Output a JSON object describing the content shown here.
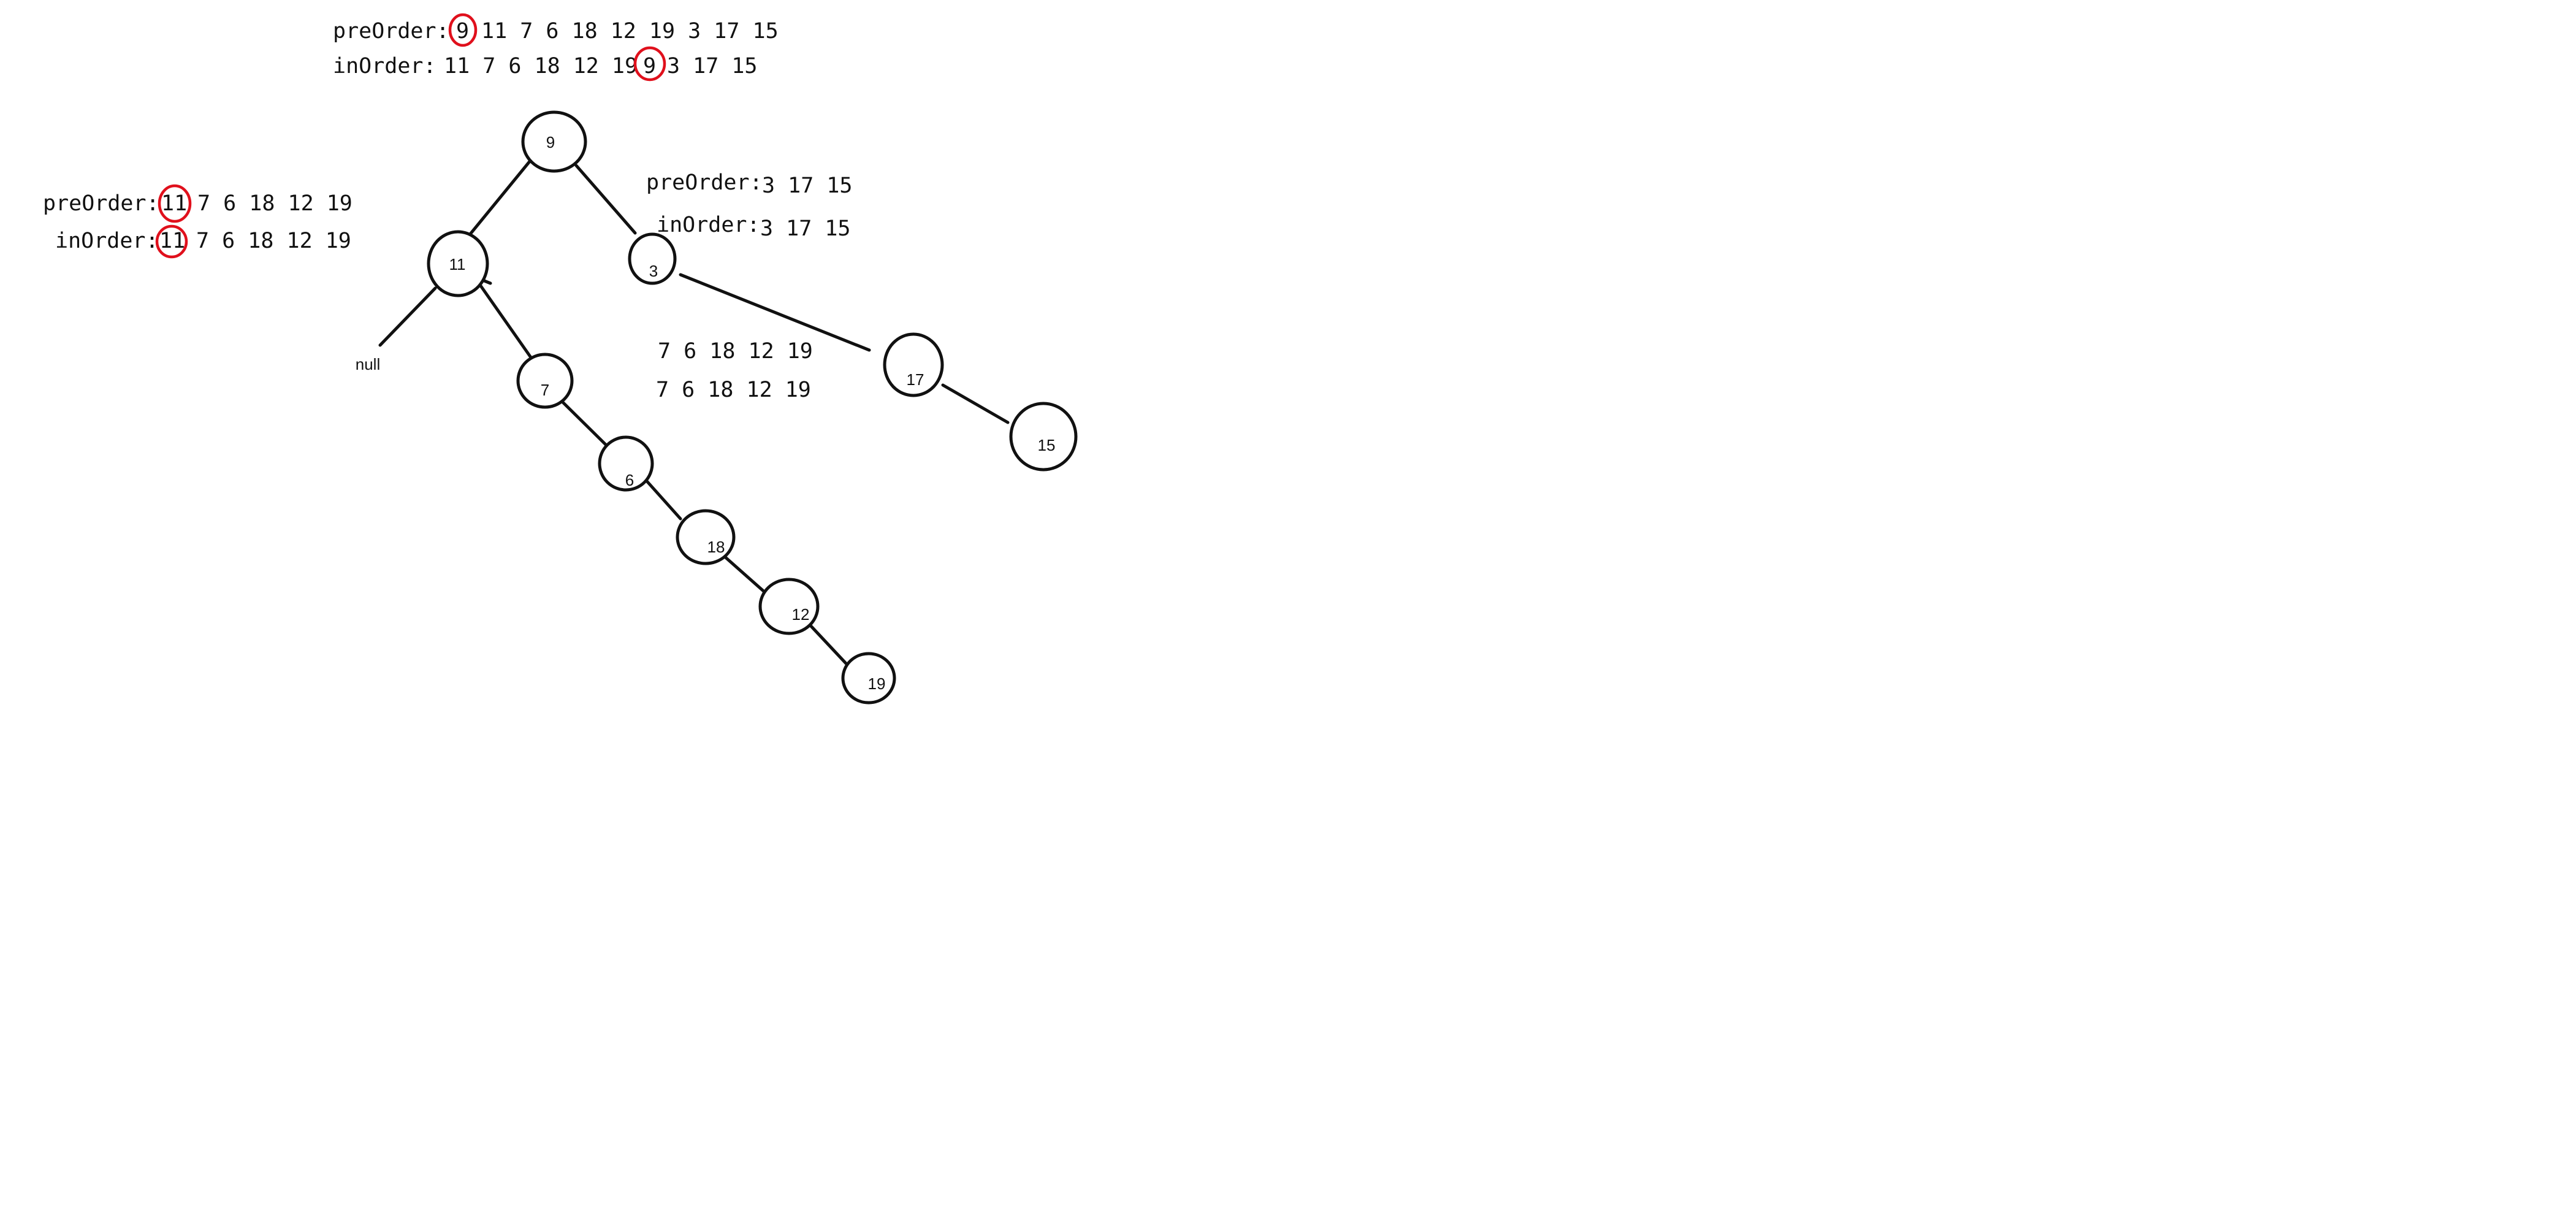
{
  "colors": {
    "ink": "#111111",
    "highlight": "#e0101c",
    "background": "#ffffff"
  },
  "top": {
    "pre_label": "preOrder:",
    "pre_root": "9",
    "pre_rest": "11 7 6 18 12 19 3 17 15",
    "in_label": "inOrder:",
    "in_left": "11 7 6 18 12 19",
    "in_root": "9",
    "in_right": "3 17 15"
  },
  "left": {
    "pre_label": "preOrder:",
    "pre_root": "11",
    "pre_rest": "7 6 18 12 19",
    "in_label": "inOrder:",
    "in_root": "11",
    "in_rest": "7 6 18 12 19"
  },
  "right": {
    "pre_label": "preOrder:",
    "pre_values": "3 17 15",
    "in_label": "inOrder:",
    "in_values": "3 17 15"
  },
  "middle": {
    "line1": "7 6 18 12 19",
    "line2": "7 6 18 12 19"
  },
  "tree": {
    "nodes": {
      "n9": "9",
      "n11": "11",
      "n3": "3",
      "n7": "7",
      "n6": "6",
      "n18": "18",
      "n12": "12",
      "n19": "19",
      "n17": "17",
      "n15": "15"
    },
    "null_label": "null"
  }
}
